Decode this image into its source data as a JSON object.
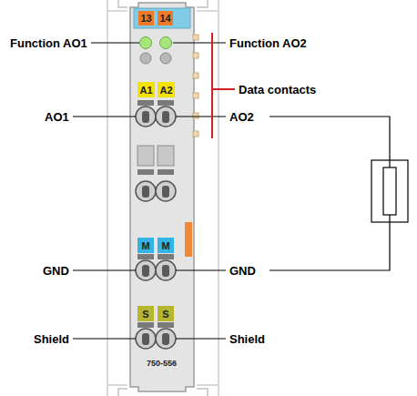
{
  "diagram": {
    "nodes": [
      {
        "text": [
          "750-556"
        ]
      },
      {
        "text": [
          "13"
        ],
        "in": 0
      },
      {
        "text": [
          "14"
        ],
        "in": 0
      },
      {
        "text": [
          "A1"
        ],
        "in": 0
      },
      {
        "text": [
          "A2"
        ],
        "in": 0
      },
      {
        "text": [
          "M"
        ],
        "in": 0
      },
      {
        "text": [
          "M"
        ],
        "in": 0
      },
      {
        "text": [
          "S"
        ],
        "in": 0
      },
      {
        "text": [
          "S"
        ],
        "in": 0
      }
    ],
    "labels": [
      "Function AO1",
      "Function AO2",
      "Data contacts",
      "AO1",
      "AO2",
      "GND",
      "GND",
      "Shield",
      "Shield"
    ]
  }
}
